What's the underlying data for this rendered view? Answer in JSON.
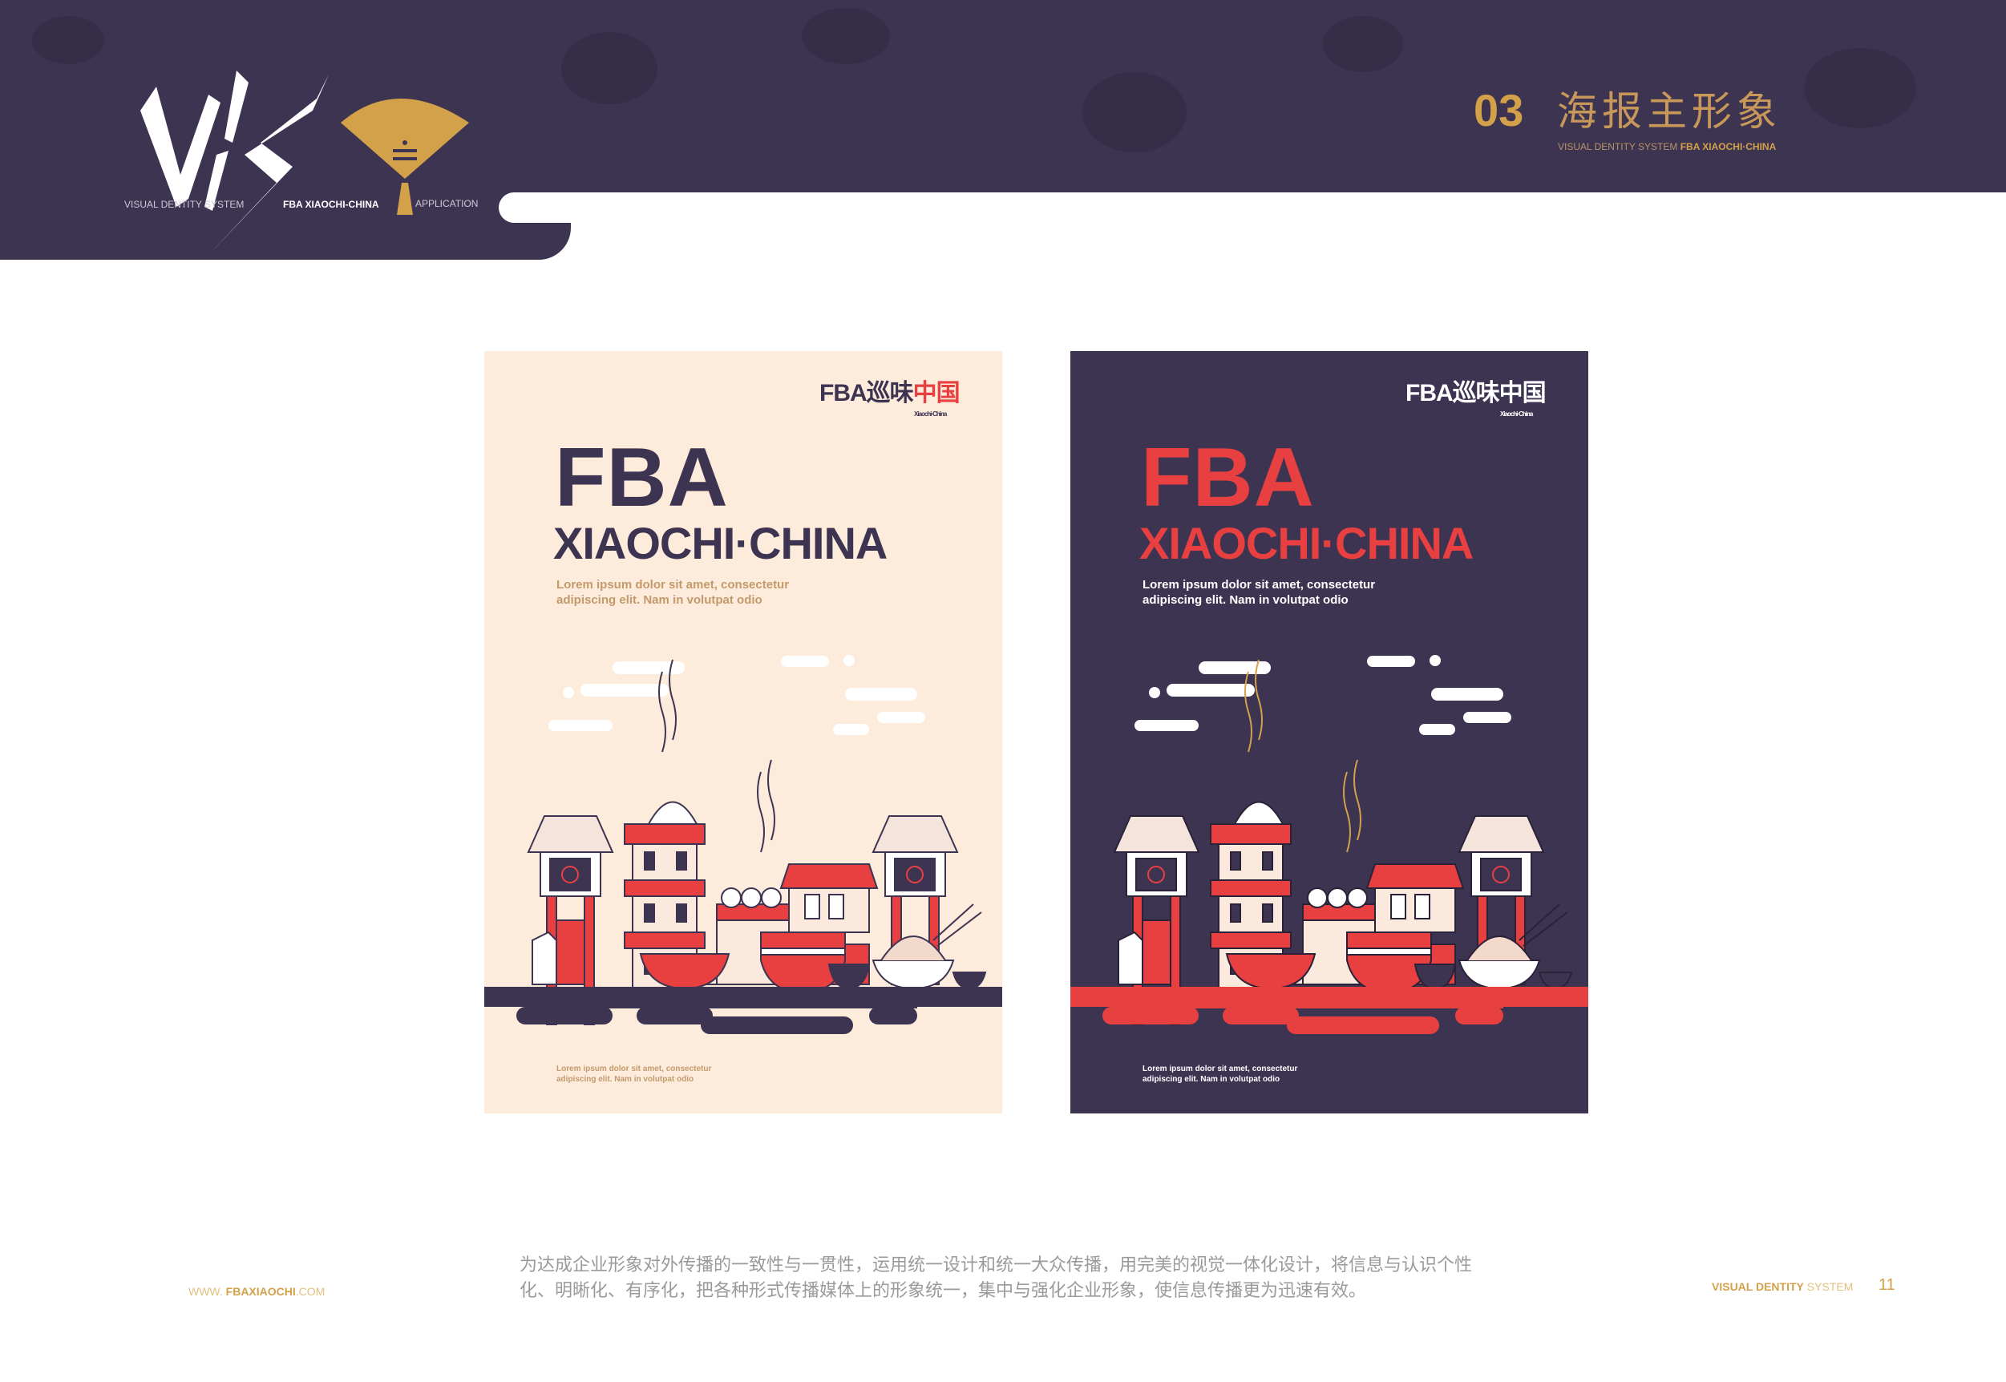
{
  "header": {
    "logo": {
      "text": "VIS",
      "left_caption": "VISUAL DENTITY SYSTEM",
      "middle_caption": "FBA XIAOCHI-CHINA",
      "right_caption": "APPLICATION"
    },
    "section_number": "03",
    "section_title": "海报主形象",
    "section_subtitle_light": "VISUAL DENTITY SYSTEM",
    "section_subtitle_bold": "FBA XIAOCHI·CHINA"
  },
  "posters": [
    {
      "variant": "light",
      "logo_latin": "FBA",
      "logo_cn_a": "巡味",
      "logo_cn_b": "中国",
      "logo_sub": "Xiaochi·China",
      "title": "FBA",
      "subtitle": "XIAOCHI·CHINA",
      "lorem": "Lorem ipsum dolor sit amet, consectetur adipiscing elit. Nam in volutpat odio",
      "footer_lorem": "Lorem ipsum dolor sit amet, consectetur adipiscing elit. Nam in volutpat odio",
      "colors": {
        "bg": "#fdebdc",
        "title": "#3d3452",
        "text": "#c39a6b"
      }
    },
    {
      "variant": "dark",
      "logo_latin": "FBA",
      "logo_cn_a": "巡味",
      "logo_cn_b": "中国",
      "logo_sub": "Xiaochi·China",
      "title": "FBA",
      "subtitle": "XIAOCHI·CHINA",
      "lorem": "Lorem ipsum dolor sit amet, consectetur adipiscing elit. Nam in volutpat odio",
      "footer_lorem": "Lorem ipsum dolor sit amet, consectetur adipiscing elit. Nam in volutpat odio",
      "colors": {
        "bg": "#3d3452",
        "title": "#e84040",
        "text": "#ffffff"
      }
    }
  ],
  "footer": {
    "url_prefix": "WWW.",
    "url_bold": "FBAXIAOCHI",
    "url_suffix": ".COM",
    "paragraph": "为达成企业形象对外传播的一致性与一贯性，运用统一设计和统一大众传播，用完美的视觉一体化设计，将信息与认识个性化、明晰化、有序化，把各种形式传播媒体上的形象统一，集中与强化企业形象，使信息传播更为迅速有效。",
    "system_bold": "VISUAL DENTITY",
    "system_light": "SYSTEM",
    "page_number": "11"
  },
  "colors": {
    "navy": "#3d3452",
    "gold": "#d3a14a",
    "red": "#e84040",
    "cream": "#fdebdc"
  }
}
